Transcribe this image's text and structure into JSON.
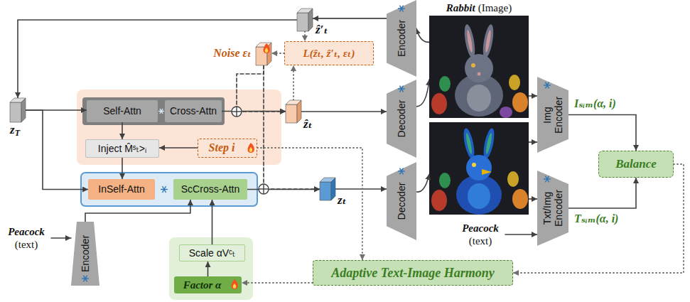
{
  "diagram": {
    "nodes": [
      {
        "text": [
          "Encoder"
        ]
      },
      {
        "text": [
          "Rabbit",
          "(Image)"
        ]
      },
      {
        "text": [
          "ẑ′ₜ"
        ]
      },
      {
        "text": [
          "Noise εₜ"
        ]
      },
      {
        "text": [
          "L(ẑₜ, ẑ′ₜ, εₜ)"
        ]
      },
      {
        "text": [
          "z",
          "T"
        ]
      },
      {
        "text": [
          "Self-Attn"
        ]
      },
      {
        "text": [
          "Cross-Attn"
        ]
      },
      {
        "text": [
          "ẑₜ"
        ]
      },
      {
        "text": [
          "Inject M̂ˢₜ>ᵢ"
        ]
      },
      {
        "text": [
          "Step i"
        ]
      },
      {
        "text": [
          "Decoder"
        ]
      },
      {
        "text": [
          "Img Encoder"
        ]
      },
      {
        "text": [
          "Balance"
        ]
      },
      {
        "text": [
          "InSelf-Attn"
        ]
      },
      {
        "text": [
          "ScCross-Attn"
        ]
      },
      {
        "text": [
          "zₜ"
        ]
      },
      {
        "text": [
          "Decoder"
        ]
      },
      {
        "text": [
          "Txt/Img Encoder"
        ]
      },
      {
        "text": [
          "Peacock",
          "(text)"
        ]
      },
      {
        "text": [
          "Peacock",
          "(text)"
        ]
      },
      {
        "text": [
          "Encoder"
        ]
      },
      {
        "text": [
          "Scale αVᶜₜ"
        ]
      },
      {
        "text": [
          "Factor α"
        ]
      },
      {
        "text": [
          "Adaptive Text-Image Harmony"
        ]
      }
    ],
    "edges": [
      {
        "from": 1,
        "to": 0,
        "arrow": "to"
      },
      {
        "from": 0,
        "to": 2,
        "arrow": "to"
      },
      {
        "from": 2,
        "to": 5,
        "arrow": "to"
      },
      {
        "from": 2,
        "to": 4,
        "arrow": "to"
      },
      {
        "from": 4,
        "to": 3,
        "arrow": "to"
      },
      {
        "from": 8,
        "to": 4,
        "arrow": "to"
      },
      {
        "from": 5,
        "to": 6,
        "arrow": "to"
      },
      {
        "from": 5,
        "to": 14,
        "arrow": "to"
      },
      {
        "from": 6,
        "to": 9,
        "arrow": "to"
      },
      {
        "from": 10,
        "to": 9,
        "arrow": "to"
      },
      {
        "from": 9,
        "to": 14,
        "arrow": "to"
      },
      {
        "from": 7,
        "to": 8,
        "arrow": "to"
      },
      {
        "from": 3,
        "to": 8,
        "arrow": "to"
      },
      {
        "from": 3,
        "to": 16,
        "arrow": "to"
      },
      {
        "from": 15,
        "to": 16,
        "arrow": "to"
      },
      {
        "from": 8,
        "to": 11,
        "arrow": "to"
      },
      {
        "from": 11,
        "to": 1,
        "arrow": "to"
      },
      {
        "from": 1,
        "to": 12,
        "arrow": "to"
      },
      {
        "from": 12,
        "to": 13,
        "label": "Iₛᵢₘ(α, i)",
        "arrow": "to"
      },
      {
        "from": 16,
        "to": 17,
        "arrow": "to"
      },
      {
        "from": 18,
        "to": 13,
        "label": "Tₛᵢₘ(α, i)",
        "arrow": "to"
      },
      {
        "from": 19,
        "to": 18,
        "arrow": "to"
      },
      {
        "from": 20,
        "to": 21,
        "arrow": "to"
      },
      {
        "from": 21,
        "to": 15,
        "arrow": "to"
      },
      {
        "from": 22,
        "to": 15,
        "arrow": "to"
      },
      {
        "from": 23,
        "to": 22,
        "arrow": "to"
      },
      {
        "from": 13,
        "to": 24,
        "arrow": "to"
      },
      {
        "from": 24,
        "to": 23,
        "arrow": "to"
      },
      {
        "from": 10,
        "to": 24,
        "arrow": "to"
      }
    ]
  }
}
